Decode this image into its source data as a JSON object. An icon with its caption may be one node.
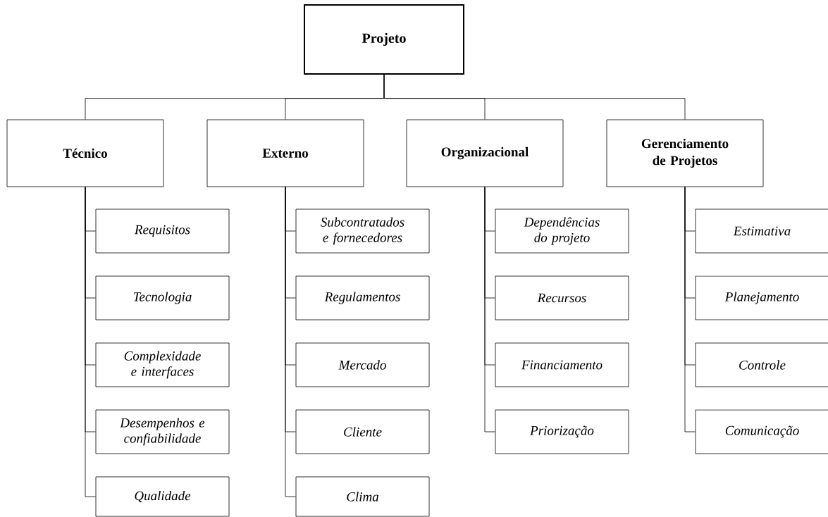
{
  "diagram": {
    "nodes": [
      {
        "text": [
          "Projeto"
        ]
      },
      {
        "text": [
          "Técnico"
        ]
      },
      {
        "text": [
          "Externo"
        ]
      },
      {
        "text": [
          "Organizacional"
        ]
      },
      {
        "text": [
          "Gerenciamento de Projetos"
        ]
      },
      {
        "text": [
          "Requisitos"
        ]
      },
      {
        "text": [
          "Tecnologia"
        ]
      },
      {
        "text": [
          "Complexidade e interfaces"
        ]
      },
      {
        "text": [
          "Desempenhos e confiabilidade"
        ]
      },
      {
        "text": [
          "Qualidade"
        ]
      },
      {
        "text": [
          "Subcontratados e fornecedores"
        ]
      },
      {
        "text": [
          "Regulamentos"
        ]
      },
      {
        "text": [
          "Mercado"
        ]
      },
      {
        "text": [
          "Cliente"
        ]
      },
      {
        "text": [
          "Clima"
        ]
      },
      {
        "text": [
          "Dependências do projeto"
        ]
      },
      {
        "text": [
          "Recursos"
        ]
      },
      {
        "text": [
          "Financiamento"
        ]
      },
      {
        "text": [
          "Priorização"
        ]
      },
      {
        "text": [
          "Estimativa"
        ]
      },
      {
        "text": [
          "Planejamento"
        ]
      },
      {
        "text": [
          "Controle"
        ]
      },
      {
        "text": [
          "Comunicação"
        ]
      }
    ],
    "edges": [
      {
        "from": 0,
        "to": 1,
        "arrow": "none"
      },
      {
        "from": 0,
        "to": 2,
        "arrow": "none"
      },
      {
        "from": 0,
        "to": 3,
        "arrow": "none"
      },
      {
        "from": 0,
        "to": 4,
        "arrow": "none"
      },
      {
        "from": 1,
        "to": 5,
        "arrow": "none"
      },
      {
        "from": 1,
        "to": 6,
        "arrow": "none"
      },
      {
        "from": 1,
        "to": 7,
        "arrow": "none"
      },
      {
        "from": 1,
        "to": 8,
        "arrow": "none"
      },
      {
        "from": 1,
        "to": 9,
        "arrow": "none"
      },
      {
        "from": 2,
        "to": 10,
        "arrow": "none"
      },
      {
        "from": 2,
        "to": 11,
        "arrow": "none"
      },
      {
        "from": 2,
        "to": 12,
        "arrow": "none"
      },
      {
        "from": 2,
        "to": 13,
        "arrow": "none"
      },
      {
        "from": 2,
        "to": 14,
        "arrow": "none"
      },
      {
        "from": 3,
        "to": 15,
        "arrow": "none"
      },
      {
        "from": 3,
        "to": 16,
        "arrow": "none"
      },
      {
        "from": 3,
        "to": 17,
        "arrow": "none"
      },
      {
        "from": 3,
        "to": 18,
        "arrow": "none"
      },
      {
        "from": 4,
        "to": 19,
        "arrow": "none"
      },
      {
        "from": 4,
        "to": 20,
        "arrow": "none"
      },
      {
        "from": 4,
        "to": 21,
        "arrow": "none"
      },
      {
        "from": 4,
        "to": 22,
        "arrow": "none"
      }
    ]
  }
}
